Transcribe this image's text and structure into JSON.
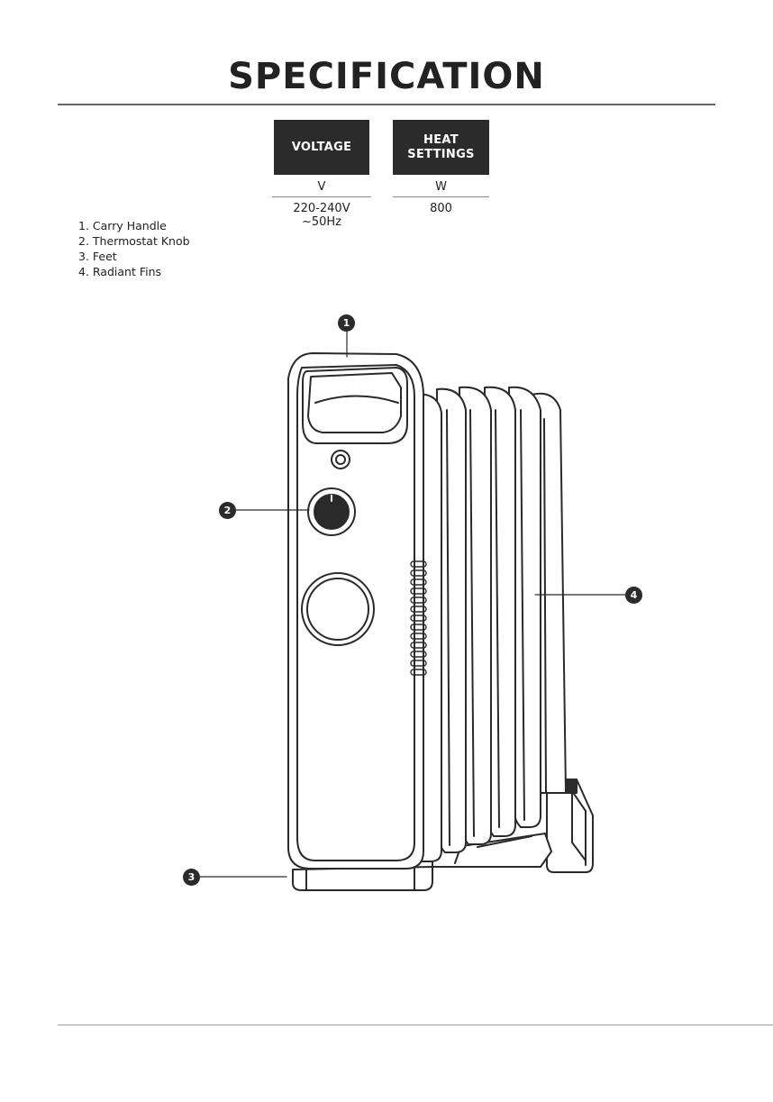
{
  "page": {
    "title": "SPECIFICATION"
  },
  "specs": {
    "voltage": {
      "header": "VOLTAGE",
      "unit": "V",
      "value": "220-240V ~50Hz"
    },
    "heat": {
      "header_line1": "HEAT",
      "header_line2": "SETTINGS",
      "unit": "W",
      "value": "800"
    }
  },
  "parts": [
    {
      "label": "1. Carry Handle"
    },
    {
      "label": "2. Thermostat Knob"
    },
    {
      "label": "3. Feet"
    },
    {
      "label": "4. Radiant Fins"
    }
  ],
  "callouts": [
    "1",
    "2",
    "3",
    "4"
  ]
}
